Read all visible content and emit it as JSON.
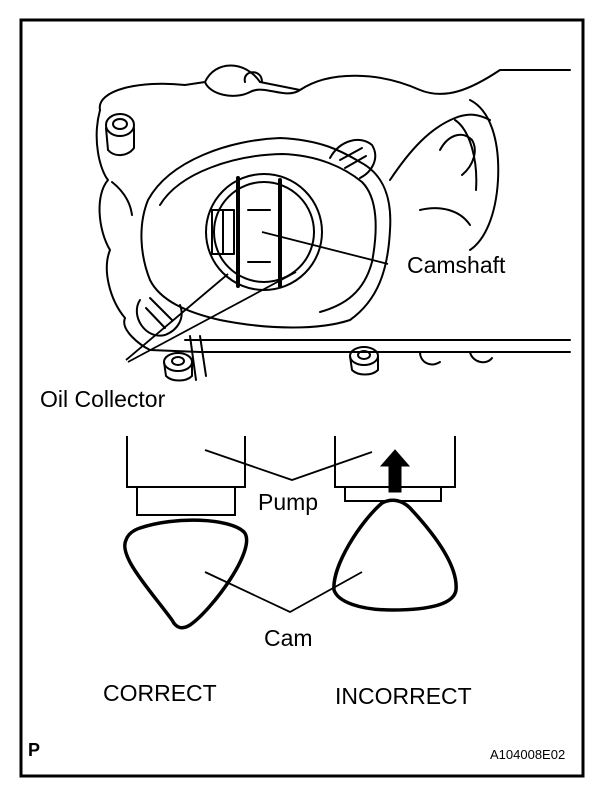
{
  "labels": {
    "camshaft": "Camshaft",
    "oil_collector": "Oil Collector",
    "pump": "Pump",
    "cam": "Cam",
    "correct": "CORRECT",
    "incorrect": "INCORRECT",
    "corner_mark": "P",
    "figure_code": "A104008E02"
  }
}
